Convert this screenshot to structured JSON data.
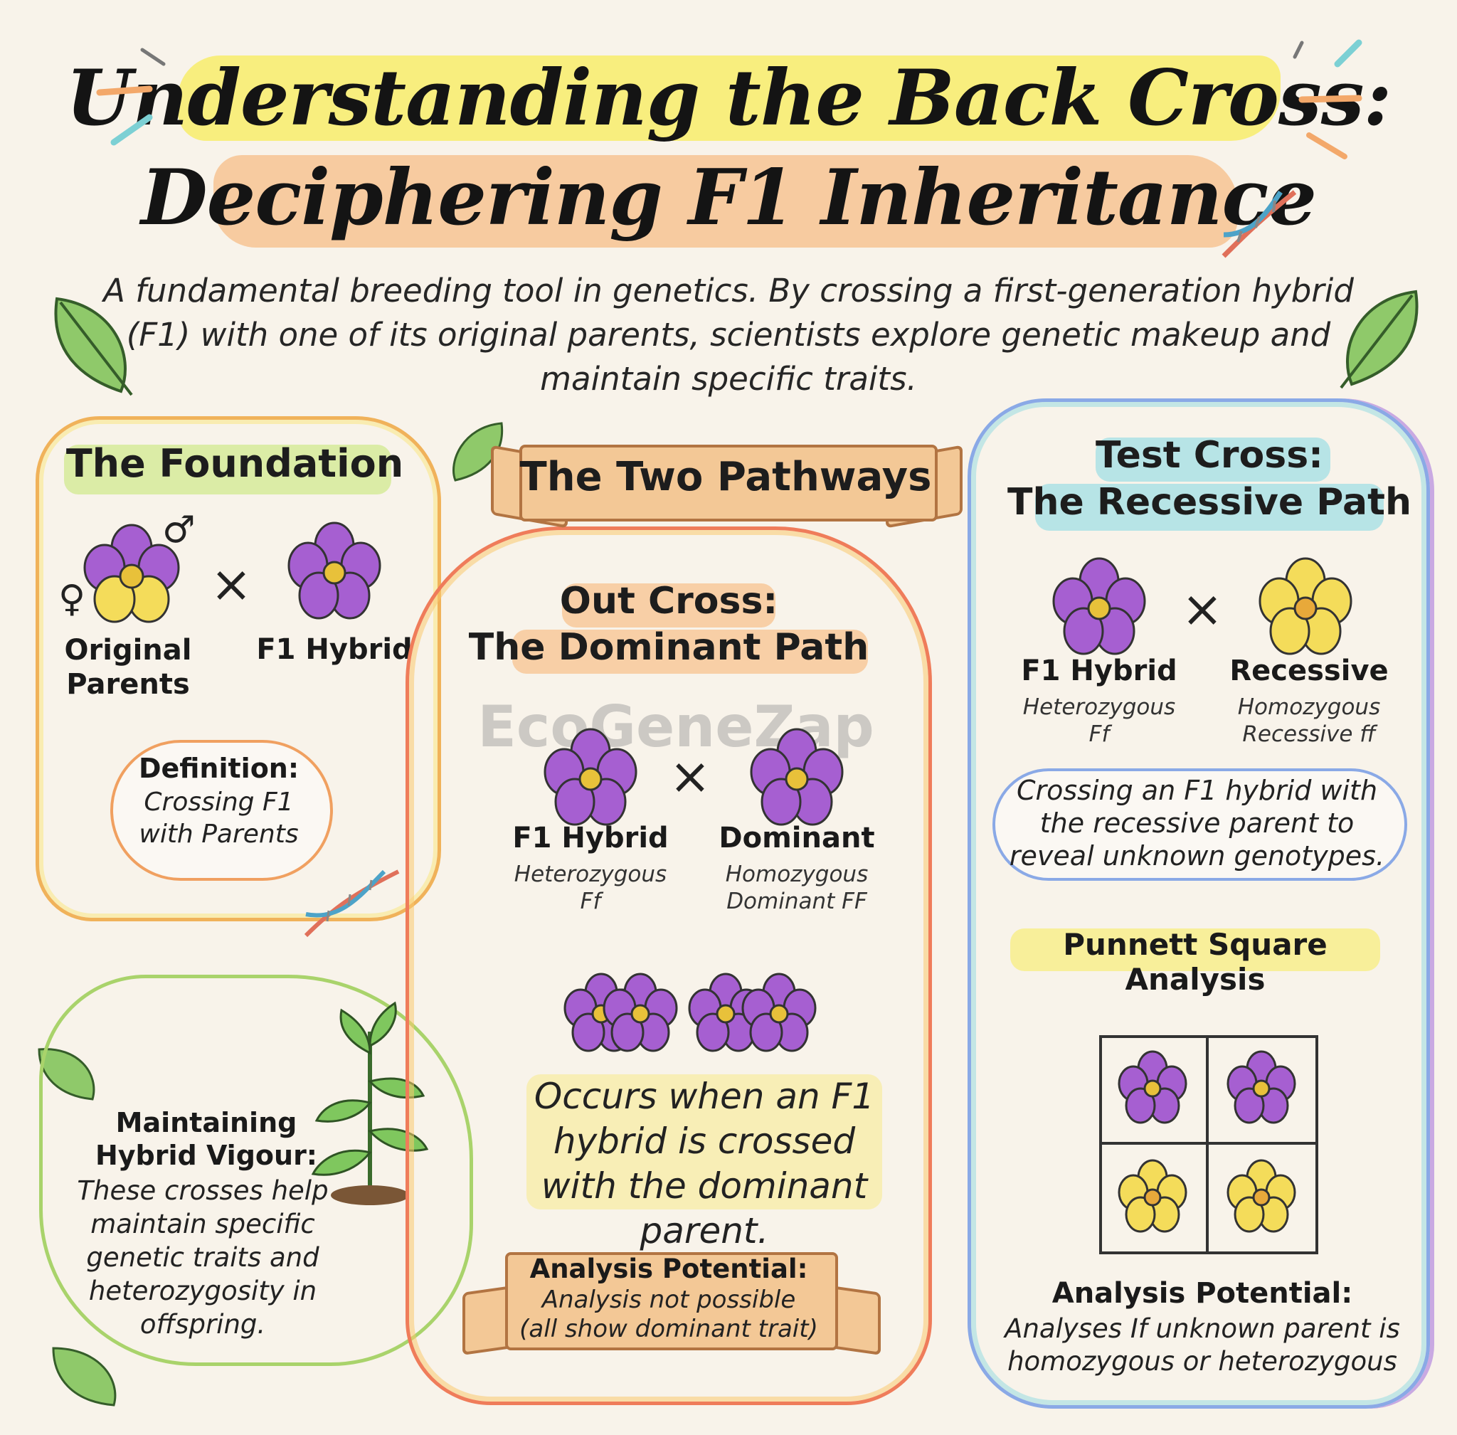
{
  "title": {
    "line1": "Understanding the Back Cross:",
    "line2": "Deciphering F1 Inheritance"
  },
  "subtitle": "A fundamental breeding tool in genetics. By crossing a first-generation hybrid (F1) with one of its original parents, scientists explore genetic makeup and maintain specific traits.",
  "foundation": {
    "heading": "The Foundation",
    "male_symbol": "♂",
    "female_symbol": "♀",
    "cross_symbol": "×",
    "left_label": "Original Parents",
    "right_label": "F1 Hybrid",
    "definition_title": "Definition:",
    "definition_text": "Crossing F1 with Parents"
  },
  "vigour": {
    "title": "Maintaining Hybrid Vigour:",
    "text": "These crosses help maintain specific genetic traits and heterozygosity in offspring."
  },
  "pathways": {
    "banner": "The Two Pathways"
  },
  "out_cross": {
    "heading_line1": "Out Cross:",
    "heading_line2": "The Dominant Path",
    "cross_symbol": "×",
    "left_label": "F1 Hybrid",
    "left_sub1": "Heterozygous",
    "left_sub2": "Ff",
    "right_label": "Dominant",
    "right_sub1": "Homozygous",
    "right_sub2": "Dominant FF",
    "description": "Occurs when an F1 hybrid is crossed with the dominant parent.",
    "analysis_title": "Analysis Potential:",
    "analysis_line1": "Analysis not possible",
    "analysis_line2": "(all show dominant trait)"
  },
  "test_cross": {
    "heading_line1": "Test Cross:",
    "heading_line2": "The Recessive Path",
    "cross_symbol": "×",
    "left_label": "F1 Hybrid",
    "left_sub1": "Heterozygous",
    "left_sub2": "Ff",
    "right_label": "Recessive",
    "right_sub1": "Homozygous",
    "right_sub2": "Recessive ff",
    "description": "Crossing an F1 hybrid with the recessive parent to reveal unknown genotypes.",
    "punnett_title": "Punnett Square Analysis",
    "analysis_title": "Analysis Potential:",
    "analysis_text": "Analyses If unknown parent is homozygous or heterozygous"
  },
  "watermark": "EcoGeneZap",
  "colors": {
    "purple_flower": "#a65fd1",
    "yellow_flower": "#f4dc5a",
    "foundation_border": "#f0b25a",
    "vigour_border": "#a9d36b",
    "outcross_border": "#ef7c5a",
    "testcross_border": "#8aa9e6"
  }
}
